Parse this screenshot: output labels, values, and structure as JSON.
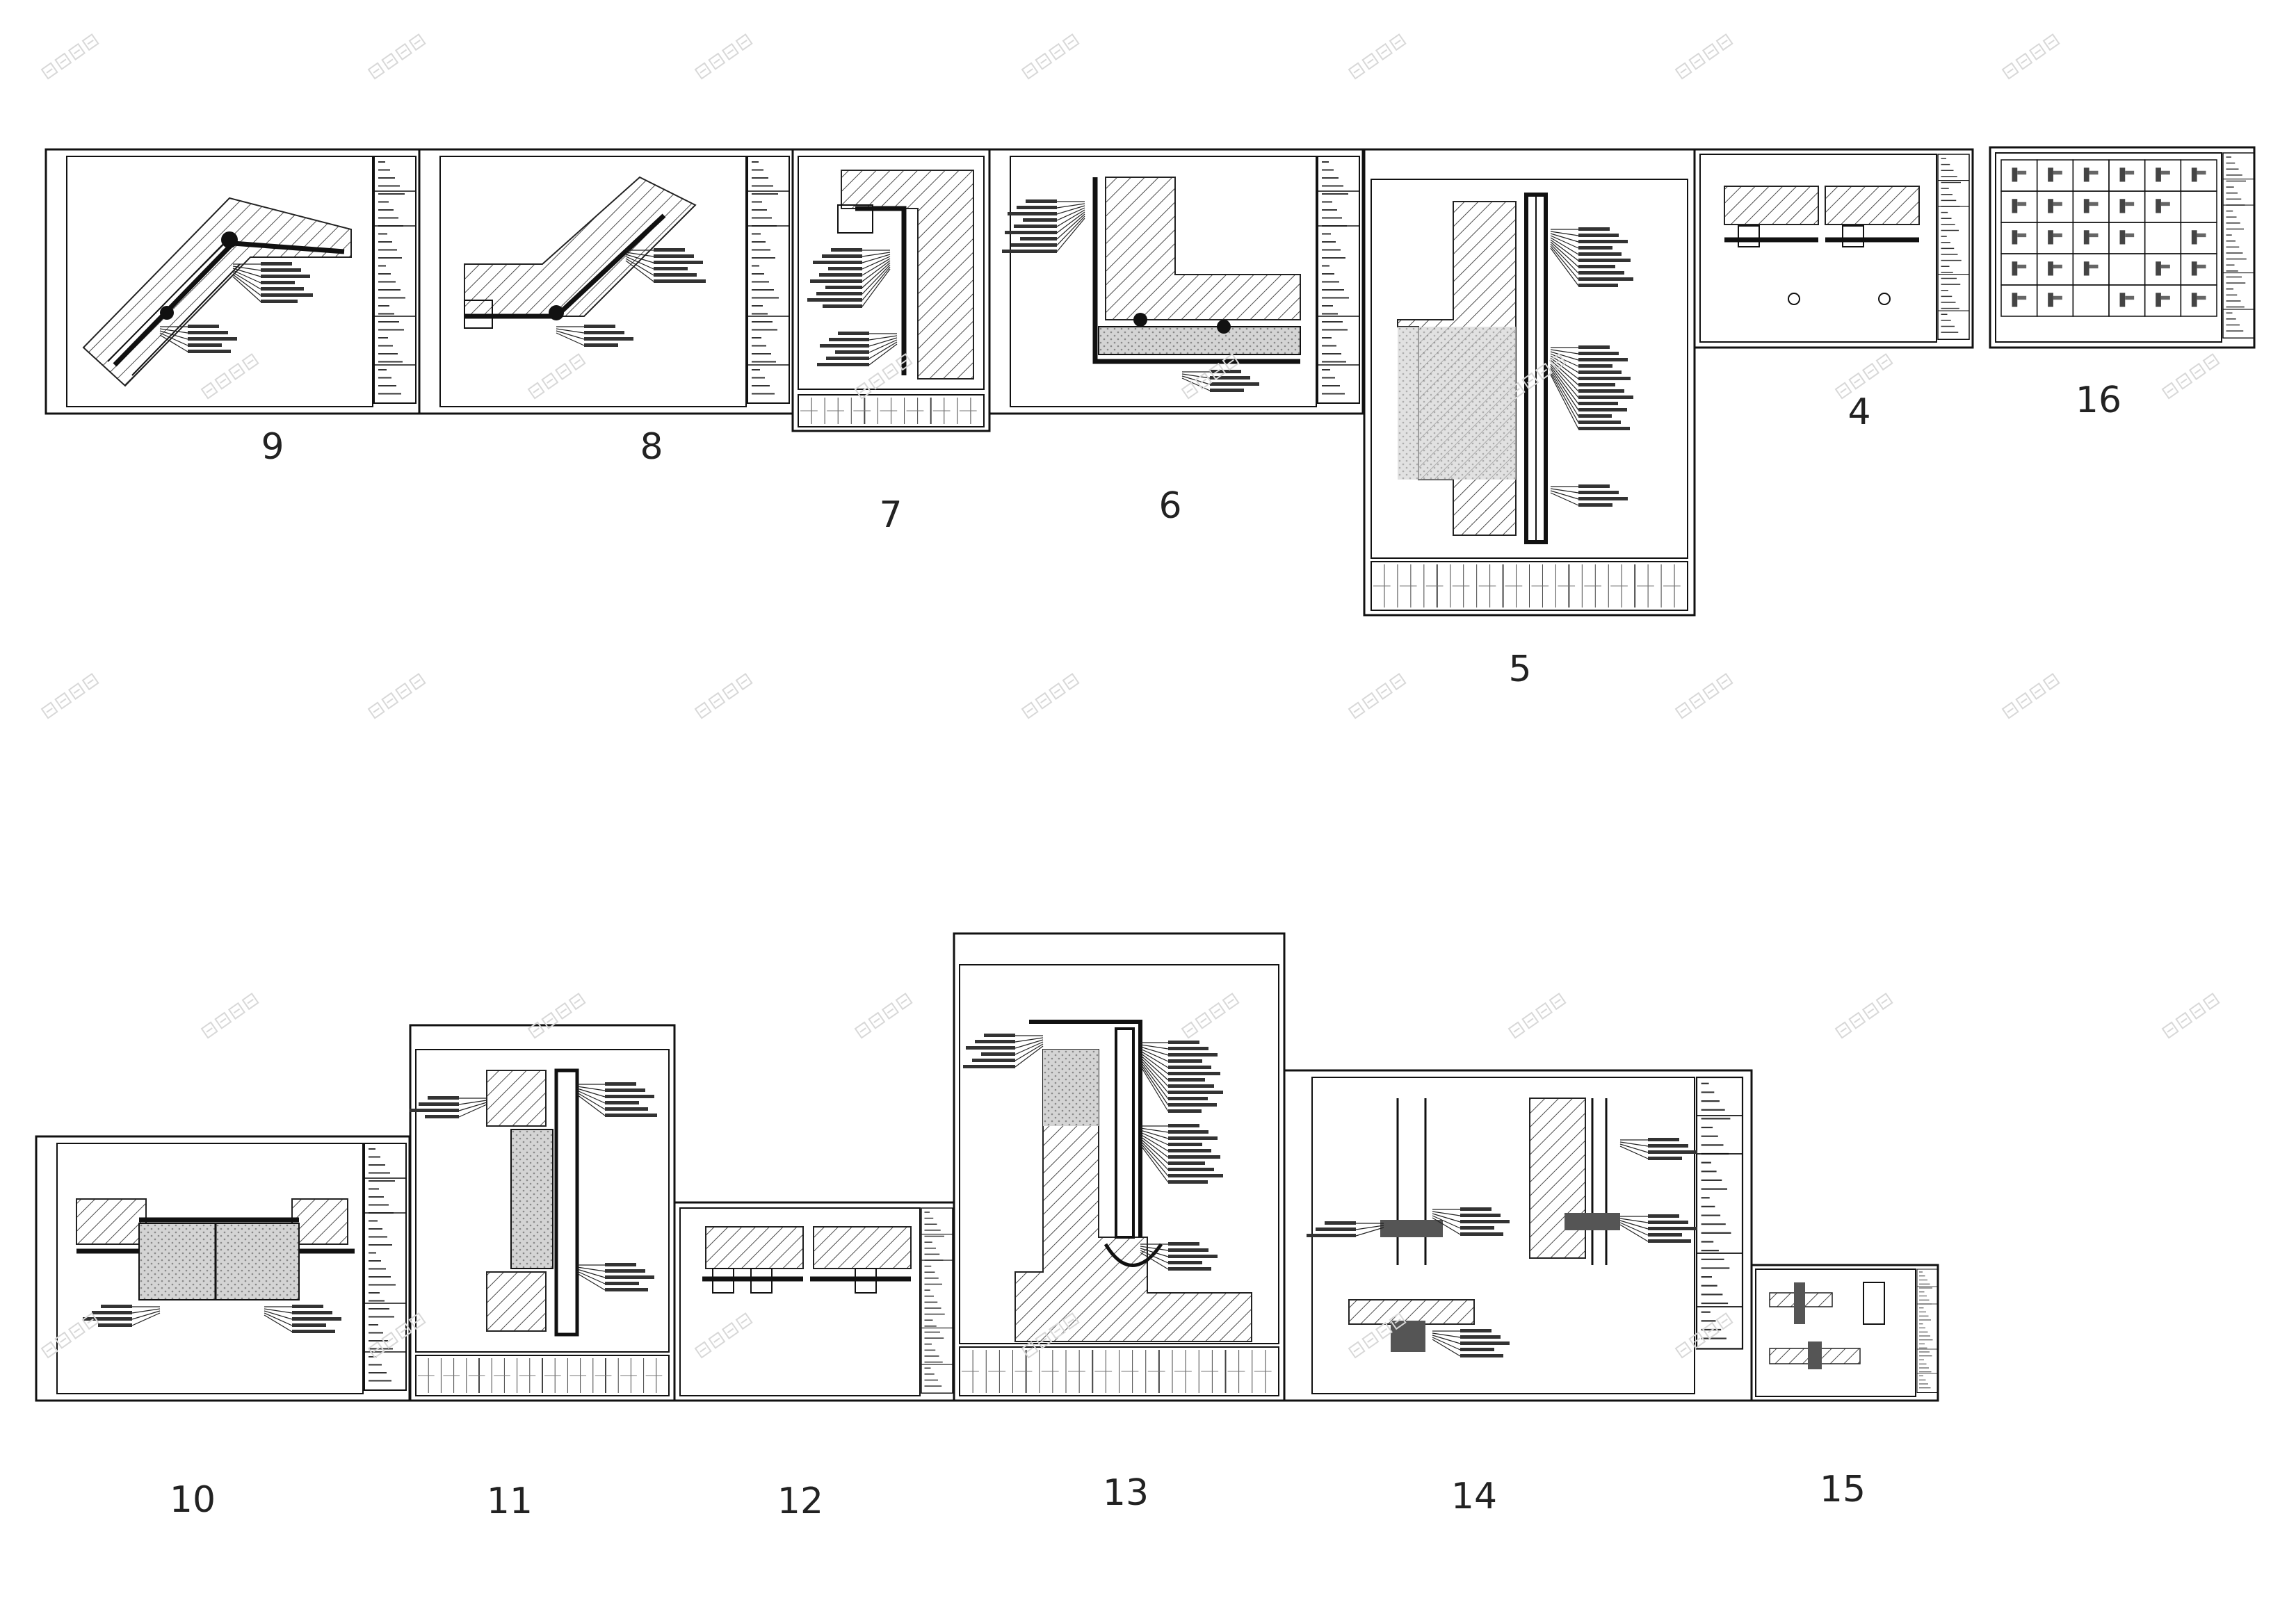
{
  "sheets": [
    {
      "number": "9",
      "kind": "diagonal-joint"
    },
    {
      "number": "8",
      "kind": "diagonal-joint-variant"
    },
    {
      "number": "7",
      "kind": "portrait-corner"
    },
    {
      "number": "6",
      "kind": "l-section"
    },
    {
      "number": "5",
      "kind": "vertical-section"
    },
    {
      "number": "4",
      "kind": "twin-horizontal-details"
    },
    {
      "number": "16",
      "kind": "detail-index-grid"
    },
    {
      "number": "10",
      "kind": "horizontal-section"
    },
    {
      "number": "11",
      "kind": "portrait-vertical-section"
    },
    {
      "number": "12",
      "kind": "twin-small-details"
    },
    {
      "number": "13",
      "kind": "large-vertical-section"
    },
    {
      "number": "14",
      "kind": "multi-detail"
    },
    {
      "number": "15",
      "kind": "small-details"
    }
  ],
  "watermark_glyph_count": 34,
  "colors": {
    "line": "#1a1a1a",
    "hatch": "#4a4a4a",
    "fill": "#cfcfcf",
    "watermark": "#d8d8d8",
    "label": "#222222"
  }
}
